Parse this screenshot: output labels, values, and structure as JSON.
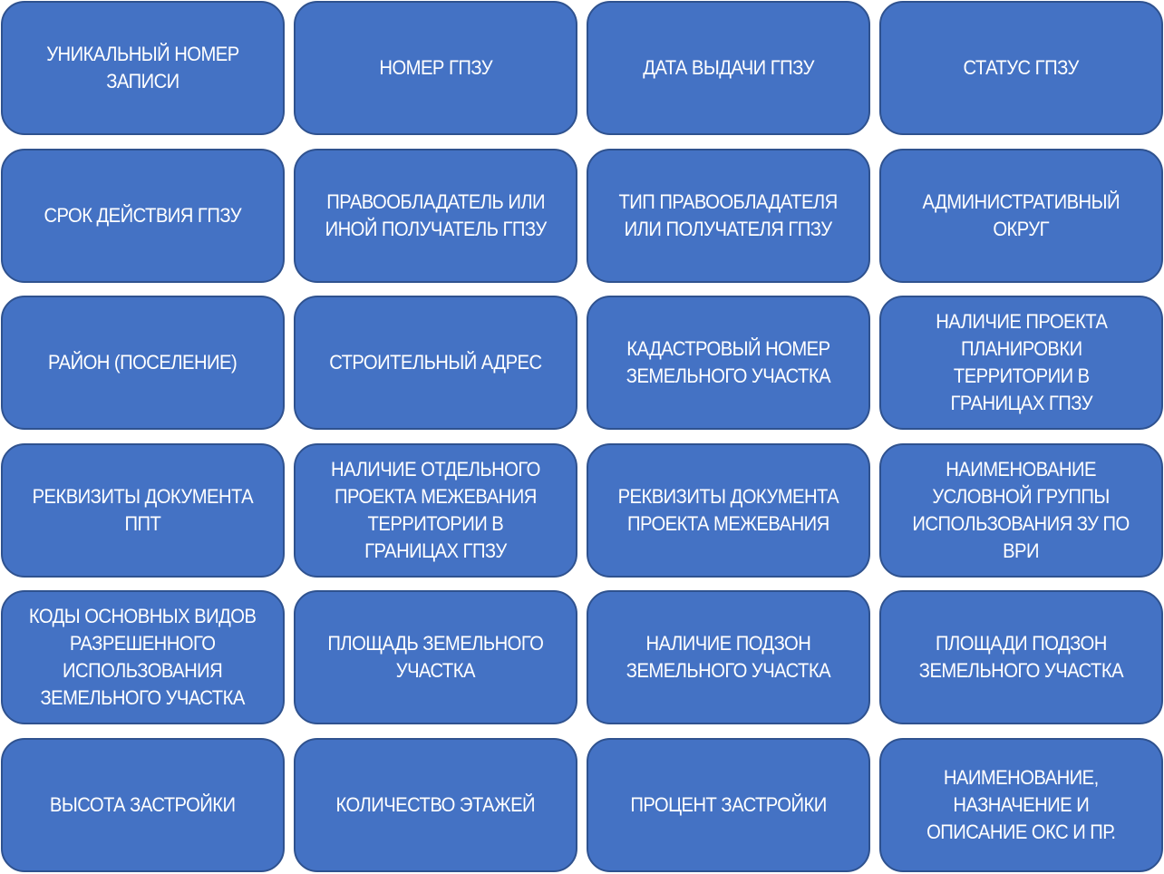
{
  "colors": {
    "box_fill": "#4472C4",
    "box_border": "#2F528F",
    "text": "#FFFFFF"
  },
  "boxes": [
    "УНИКАЛЬНЫЙ НОМЕР\nЗАПИСИ",
    "НОМЕР ГПЗУ",
    "ДАТА ВЫДАЧИ ГПЗУ",
    "СТАТУС ГПЗУ",
    "СРОК ДЕЙСТВИЯ ГПЗУ",
    "ПРАВООБЛАДАТЕЛЬ  ИЛИ\nИНОЙ ПОЛУЧАТЕЛЬ ГПЗУ",
    "ТИП ПРАВООБЛАДАТЕЛЯ\nИЛИ ПОЛУЧАТЕЛЯ ГПЗУ",
    "АДМИНИСТРАТИВНЫЙ\nОКРУГ",
    "РАЙОН (ПОСЕЛЕНИЕ)",
    "СТРОИТЕЛЬНЫЙ АДРЕС",
    "КАДАСТРОВЫЙ НОМЕР\nЗЕМЕЛЬНОГО УЧАСТКА",
    "НАЛИЧИЕ ПРОЕКТА\nПЛАНИРОВКИ\nТЕРРИТОРИИ В\nГРАНИЦАХ ГПЗУ",
    "РЕКВИЗИТЫ ДОКУМЕНТА\nППТ",
    "НАЛИЧИЕ ОТДЕЛЬНОГО\nПРОЕКТА МЕЖЕВАНИЯ\nТЕРРИТОРИИ В\nГРАНИЦАХ ГПЗУ",
    "РЕКВИЗИТЫ ДОКУМЕНТА\nПРОЕКТА МЕЖЕВАНИЯ",
    "НАИМЕНОВАНИЕ\nУСЛОВНОЙ ГРУППЫ\nИСПОЛЬЗОВАНИЯ ЗУ ПО\nВРИ",
    "КОДЫ ОСНОВНЫХ ВИДОВ\nРАЗРЕШЕННОГО\nИСПОЛЬЗОВАНИЯ\nЗЕМЕЛЬНОГО  УЧАСТКА",
    "ПЛОЩАДЬ ЗЕМЕЛЬНОГО\nУЧАСТКА",
    "НАЛИЧИЕ ПОДЗОН\nЗЕМЕЛЬНОГО УЧАСТКА",
    "ПЛОЩАДИ ПОДЗОН\nЗЕМЕЛЬНОГО УЧАСТКА",
    "ВЫСОТА ЗАСТРОЙКИ",
    "КОЛИЧЕСТВО ЭТАЖЕЙ",
    "ПРОЦЕНТ ЗАСТРОЙКИ",
    "НАИМЕНОВАНИЕ,\nНАЗНАЧЕНИЕ И\nОПИСАНИЕ ОКС И ПР."
  ]
}
